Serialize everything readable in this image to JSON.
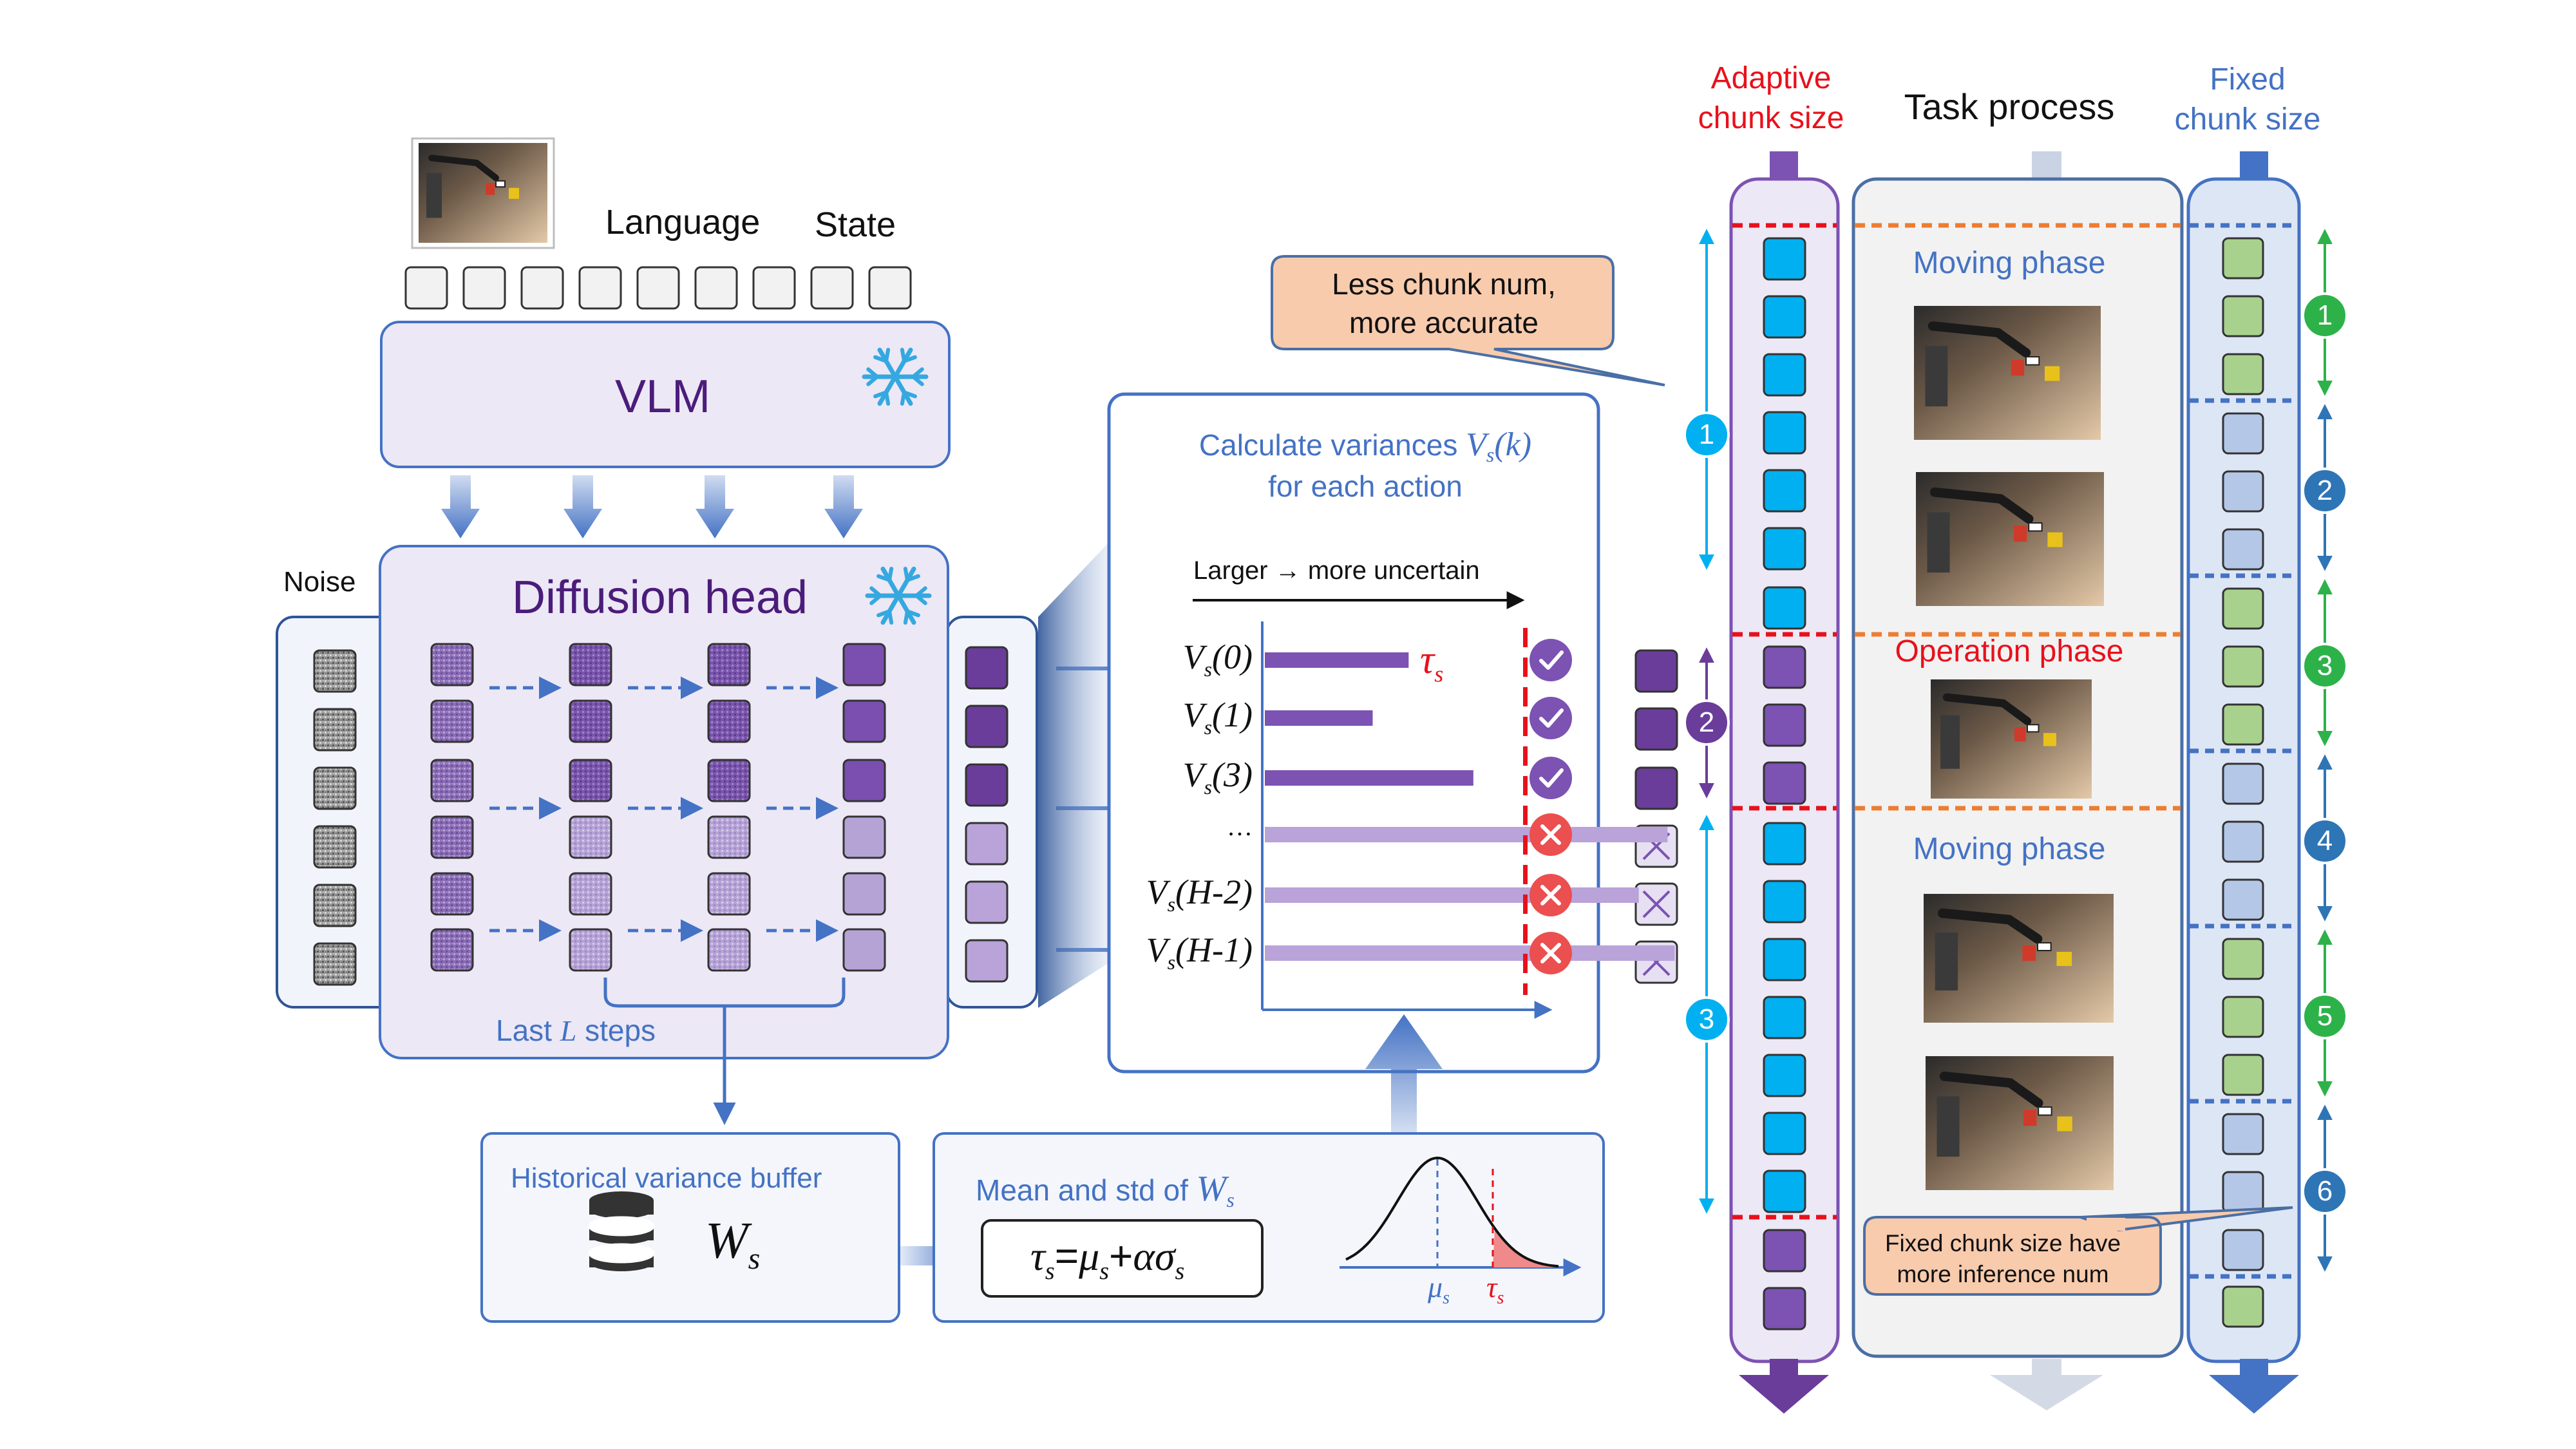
{
  "inputs": {
    "language_label": "Language",
    "state_label": "State"
  },
  "vlm": {
    "label": "VLM"
  },
  "noise": {
    "label": "Noise"
  },
  "diffusion": {
    "title": "Diffusion head",
    "last_steps": {
      "prefix": "Last ",
      "var": "L",
      "suffix": " steps"
    }
  },
  "calc": {
    "title_line1_prefix": "Calculate variances ",
    "title_line1_math": "V",
    "title_line1_sub": "s",
    "title_line1_arg": "(k)",
    "title_line2": "for each action",
    "arrow_caption": "Larger → more uncertain",
    "threshold_label": "τ",
    "threshold_sub": "s",
    "rows": [
      {
        "main": "V",
        "sub": "s",
        "arg": "(0)",
        "value": 0.2,
        "status": "check"
      },
      {
        "main": "V",
        "sub": "s",
        "arg": "(1)",
        "value": 0.15,
        "status": "check"
      },
      {
        "main": "V",
        "sub": "s",
        "arg": "(3)",
        "value": 0.29,
        "status": "check"
      },
      {
        "main": "",
        "sub": "",
        "arg": "…",
        "value": 0.56,
        "status": "cross"
      },
      {
        "main": "V",
        "sub": "s",
        "arg": "(H-2)",
        "value": 0.52,
        "status": "cross"
      },
      {
        "main": "V",
        "sub": "s",
        "arg": "(H-1)",
        "value": 0.57,
        "status": "cross"
      }
    ],
    "threshold_value": 0.33
  },
  "buffer": {
    "title": "Historical variance buffer",
    "symbol": "W",
    "symbol_sub": "s"
  },
  "meanstd": {
    "title_prefix": "Mean and std of ",
    "title_math": "W",
    "title_sub": "s",
    "formula": {
      "t": "τ",
      "ts": "s",
      "eq": "=",
      "mu": "μ",
      "mus": "s",
      "plus": "+",
      "alpha": "α",
      "sigma": "σ",
      "sigs": "s"
    },
    "mu_label": "μ",
    "mu_sub": "s",
    "tau_label": "τ",
    "tau_sub": "s"
  },
  "adaptive": {
    "header_line1": "Adaptive",
    "header_line2": "chunk size",
    "color": "#e8111b"
  },
  "task": {
    "header": "Task process",
    "phases": [
      "Moving phase",
      "Operation phase",
      "Moving phase"
    ]
  },
  "fixed": {
    "header_line1": "Fixed",
    "header_line2": "chunk size",
    "color": "#4472c4"
  },
  "callouts": {
    "less_chunk_line1": "Less chunk num,",
    "less_chunk_line2": "more accurate",
    "fixed_line1": "Fixed chunk size have",
    "fixed_line2": "more inference num"
  },
  "adaptive_chunks": [
    "1",
    "2",
    "3"
  ],
  "fixed_chunks": [
    "1",
    "2",
    "3",
    "4",
    "5",
    "6"
  ],
  "colors": {
    "purple_dark": "#6a3d9a",
    "purple_light": "#b9a3d9",
    "cyan": "#00b0f0",
    "green": "#2db24a",
    "blue": "#2e75b6",
    "red": "#e84c4c",
    "orange": "#ed7d31"
  }
}
